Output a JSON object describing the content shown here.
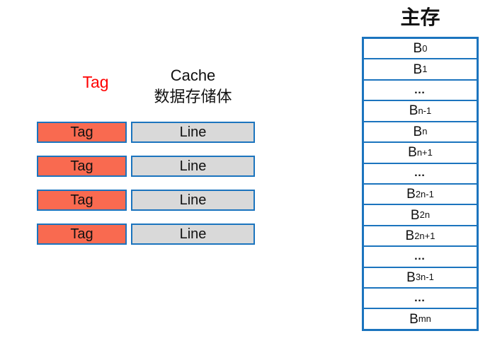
{
  "colors": {
    "bg": "#ffffff",
    "border_blue": "#1b74be",
    "tag_fill": "#f96a50",
    "line_fill": "#d9d9d9",
    "title_red": "#ff0000",
    "text_black": "#111111"
  },
  "cache": {
    "tag_column_title": "Tag",
    "header_line1": "Cache",
    "header_line2": "数据存储体",
    "rows": [
      {
        "tag": "Tag",
        "line": "Line"
      },
      {
        "tag": "Tag",
        "line": "Line"
      },
      {
        "tag": "Tag",
        "line": "Line"
      },
      {
        "tag": "Tag",
        "line": "Line"
      }
    ]
  },
  "memory": {
    "title": "主存",
    "rows": [
      {
        "base": "B",
        "sub": "0"
      },
      {
        "base": "B",
        "sub": "1"
      },
      {
        "dots": "…"
      },
      {
        "base": "B",
        "sub": "n-1"
      },
      {
        "base": "B",
        "sub": "n"
      },
      {
        "base": "B",
        "sub": "n+1"
      },
      {
        "dots": "…"
      },
      {
        "base": "B",
        "sub": "2n-1"
      },
      {
        "base": "B",
        "sub": "2n"
      },
      {
        "base": "B",
        "sub": "2n+1"
      },
      {
        "dots": "…"
      },
      {
        "base": "B",
        "sub": "3n-1"
      },
      {
        "dots": "…"
      },
      {
        "base": "B",
        "sub": "mn"
      }
    ]
  }
}
